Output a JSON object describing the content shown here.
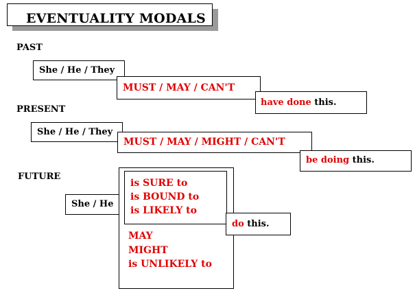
{
  "title": "EVENTUALITY MODALS",
  "past": {
    "label": "PAST",
    "subject": "She / He /  They",
    "modal": "MUST / MAY / CAN'T",
    "verb_red": "have done",
    "verb_black": " this."
  },
  "present": {
    "label": "PRESENT",
    "subject": "She / He /  They",
    "modal": "MUST / MAY / MIGHT  / CAN'T",
    "verb_red": "be doing",
    "verb_black": " this."
  },
  "future": {
    "label": "FUTURE",
    "subject": "She / He",
    "inner_lines": [
      "is SURE to",
      "is BOUND to",
      "is LIKELY to"
    ],
    "outer_lines": [
      "MAY",
      "MIGHT",
      "is UNLIKELY to"
    ],
    "verb_red": "do",
    "verb_black": " this."
  },
  "colors": {
    "emphasis": "#e00000",
    "text": "#000000",
    "shadow": "#9a9a9a"
  }
}
